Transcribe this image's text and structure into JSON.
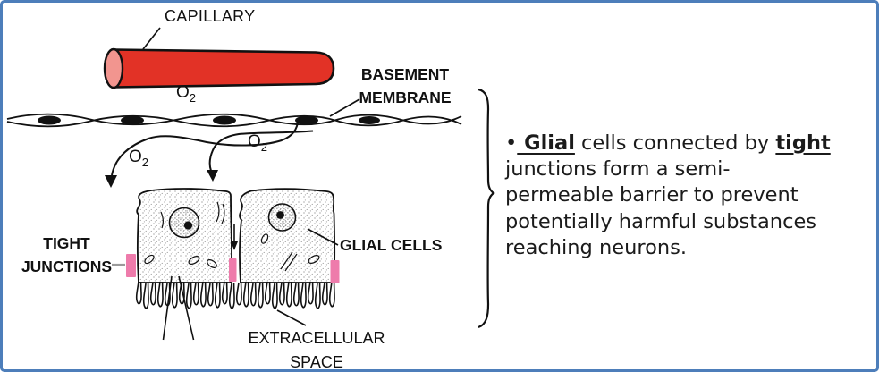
{
  "colors": {
    "border_blue": "#4d7eba",
    "capillary_red": "#e23226",
    "capillary_end_pink": "#f2958f",
    "junction_pink": "#ee7bab",
    "label_ink": "#111111",
    "note_ink": "#1b1b1b",
    "connector_gray": "#9a9a9a"
  },
  "diagram": {
    "capillary_label": "CAPILLARY",
    "basement_membrane_label": [
      "BASEMENT",
      "MEMBRANE"
    ],
    "tight_junctions_label": [
      "TIGHT",
      "JUNCTIONS"
    ],
    "glial_cells_label": "GLIAL CELLS",
    "extracellular_space_label": [
      "EXTRACELLULAR",
      "SPACE"
    ],
    "oxygen": {
      "base": "O",
      "sub": "2"
    }
  },
  "note": {
    "lines": [
      {
        "segments": [
          {
            "text": "•",
            "bold": false,
            "underline": false
          },
          {
            "text": " Glial",
            "bold": true,
            "underline": true
          },
          {
            "text": " cells connected by ",
            "bold": false,
            "underline": false
          },
          {
            "text": "tight",
            "bold": true,
            "underline": true
          }
        ]
      },
      {
        "segments": [
          {
            "text": "junctions form a semi-",
            "bold": false,
            "underline": false
          }
        ]
      },
      {
        "segments": [
          {
            "text": "permeable barrier to prevent",
            "bold": false,
            "underline": false
          }
        ]
      },
      {
        "segments": [
          {
            "text": "potentially harmful substances",
            "bold": false,
            "underline": false
          }
        ]
      },
      {
        "segments": [
          {
            "text": "reaching neurons.",
            "bold": false,
            "underline": false
          }
        ]
      }
    ]
  }
}
